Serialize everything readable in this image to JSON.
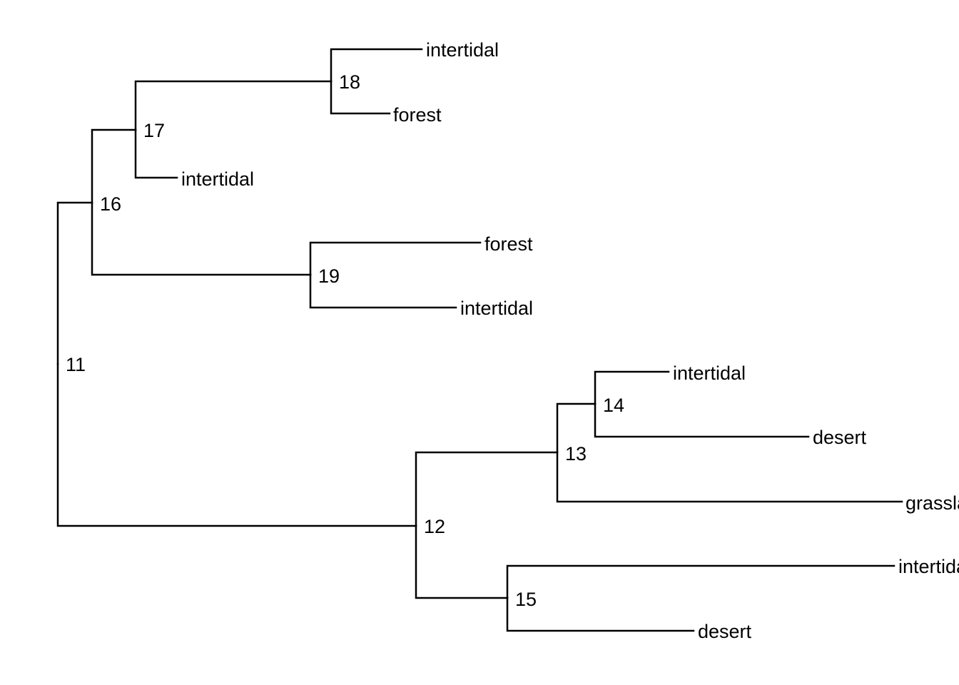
{
  "tree": {
    "node_labels": {
      "n11": "11",
      "n12": "12",
      "n13": "13",
      "n14": "14",
      "n15": "15",
      "n16": "16",
      "n17": "17",
      "n18": "18",
      "n19": "19"
    },
    "tip_labels": {
      "t1": "intertidal",
      "t2": "forest",
      "t3": "intertidal",
      "t4": "forest",
      "t5": "intertidal",
      "t6": "intertidal",
      "t7": "desert",
      "t8": "grassland",
      "t9": "intertidal",
      "t10": "desert"
    },
    "line_color": "#000000",
    "text_color": "#000000"
  }
}
